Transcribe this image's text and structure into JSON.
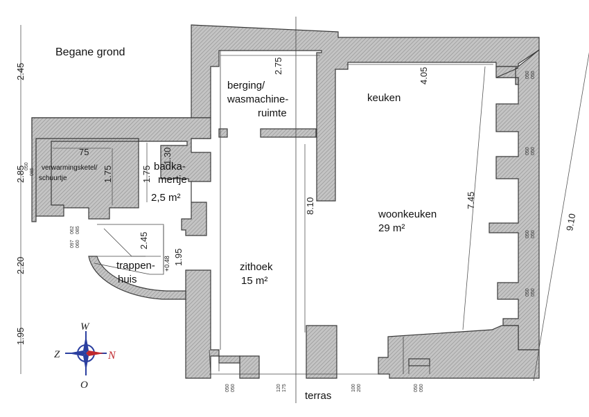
{
  "plan": {
    "title": "Begane grond",
    "rooms": {
      "berging": [
        "berging/",
        "wasmachine-",
        "ruimte"
      ],
      "keuken": "keuken",
      "woonkeuken": [
        "woonkeuken",
        "29 m²"
      ],
      "verwarming": [
        "verwarmingsketel/",
        "schuurtje"
      ],
      "badkamer": [
        "badka-",
        "mertje",
        "2,5 m²"
      ],
      "trappenhuis": [
        "trappen-",
        "huis"
      ],
      "zithoek": [
        "zithoek",
        "15 m²"
      ],
      "terras": "terras"
    },
    "dimensions": {
      "berging_width": "2.75",
      "keuken_width": "4.05",
      "schuurtje_width": "75",
      "schuurtje_depth": "1.75",
      "bad_width": "1.30",
      "bad_depth": "1.75",
      "trap_width": "2.45",
      "trap_depth": "1.95",
      "level": "+0.48",
      "length_center": "8.10",
      "length_right": "7.45",
      "left_1": "2.45",
      "left_2": "2.85",
      "left_3": "2.20",
      "left_4": "1.95",
      "right_total": "9.10"
    },
    "small_labels": {
      "window_050": "050",
      "window_085": "085",
      "window_062": "062",
      "window_097": "097",
      "window_060": "060",
      "door_120": "120",
      "door_175": "175",
      "door_100": "100",
      "door_200": "200"
    },
    "compass": {
      "w": "W",
      "n": "N",
      "z": "Z",
      "o": "O"
    },
    "colors": {
      "wall": "#b8b8b8",
      "compass_blue": "#2b3fa0",
      "compass_red": "#c0282d"
    }
  }
}
